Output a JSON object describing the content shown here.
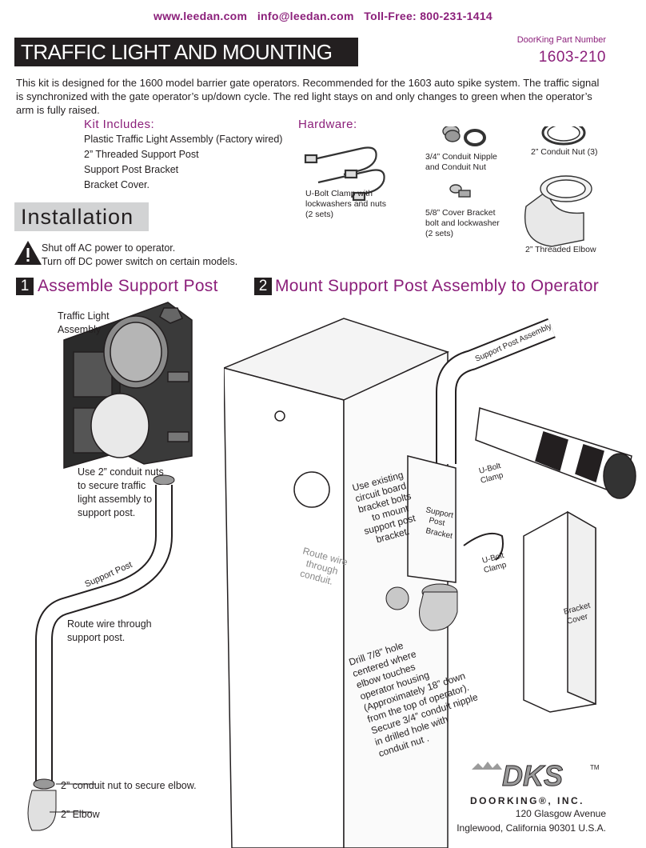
{
  "header": {
    "website": "www.leedan.com",
    "email": "info@leedan.com",
    "tollfree": "Toll-Free: 800-231-1414"
  },
  "title": "TRAFFIC LIGHT AND MOUNTING KIT",
  "part_number": {
    "label": "DoorKing Part Number",
    "value": "1603-210"
  },
  "intro": "This kit is designed for the 1600 model barrier gate operators. Recommended for the 1603 auto spike system. The traffic signal is synchronized with the gate operator’s up/down cycle. The red light stays on and only changes to green when the operator’s arm is fully raised.",
  "kit": {
    "heading": "Kit Includes:",
    "items": [
      "Plastic Traffic Light Assembly (Factory wired)",
      "2” Threaded Support Post",
      "Support Post Bracket",
      "Bracket Cover."
    ]
  },
  "hardware": {
    "heading": "Hardware:",
    "ubolt": "U-Bolt Clamp with lockwashers and nuts (2 sets)",
    "nipple": "3/4” Conduit Nipple and Conduit Nut",
    "conduit_nut": "2” Conduit Nut (3)",
    "cover_bolt": "5/8” Cover Bracket bolt and lockwasher (2 sets)",
    "elbow": "2” Threaded Elbow"
  },
  "installation": {
    "heading": "Installation",
    "warning_1": "Shut off AC power to operator.",
    "warning_2": "Turn off DC power switch on certain models."
  },
  "step1": {
    "number": "1",
    "title": "Assemble Support Post",
    "traffic_light": "Traffic Light Assembly",
    "use_nuts": "Use 2” conduit nuts to secure traffic light assembly to support post.",
    "support_post": "Support Post",
    "route_wire": "Route wire through support post.",
    "nut_elbow": "2” conduit nut to secure elbow.",
    "elbow": "2” Elbow"
  },
  "step2": {
    "number": "2",
    "title": "Mount Support Post Assembly to Operator",
    "support_post_assembly": "Support Post Assembly",
    "use_existing": [
      "Use existing",
      "circuit board",
      "bracket bolts",
      "to mount",
      "support post",
      "bracket."
    ],
    "route_wire": [
      "Route wire",
      "through",
      "conduit."
    ],
    "bracket": [
      "Support",
      "Post",
      "Bracket"
    ],
    "ubolt_upper": [
      "U-Bolt",
      "Clamp"
    ],
    "ubolt_lower": [
      "U-Bolt",
      "Clamp"
    ],
    "cover": [
      "Bracket",
      "Cover"
    ],
    "drill": [
      "Drill 7/8” hole",
      "centered where",
      "elbow touches",
      "operator housing",
      "(Approximately 18” down",
      "from the top of operator).",
      "Secure 3/4” conduit nipple",
      "in drilled hole with",
      "conduit nut ."
    ]
  },
  "footer": {
    "logo": "DKS",
    "tm": "TM",
    "company": "DOORKING®, INC.",
    "address_1": "120 Glasgow Avenue",
    "address_2": "Inglewood, California 90301 U.S.A."
  },
  "colors": {
    "accent": "#8b1f7a",
    "dark": "#231f20",
    "box_gray": "#d2d3d4"
  }
}
